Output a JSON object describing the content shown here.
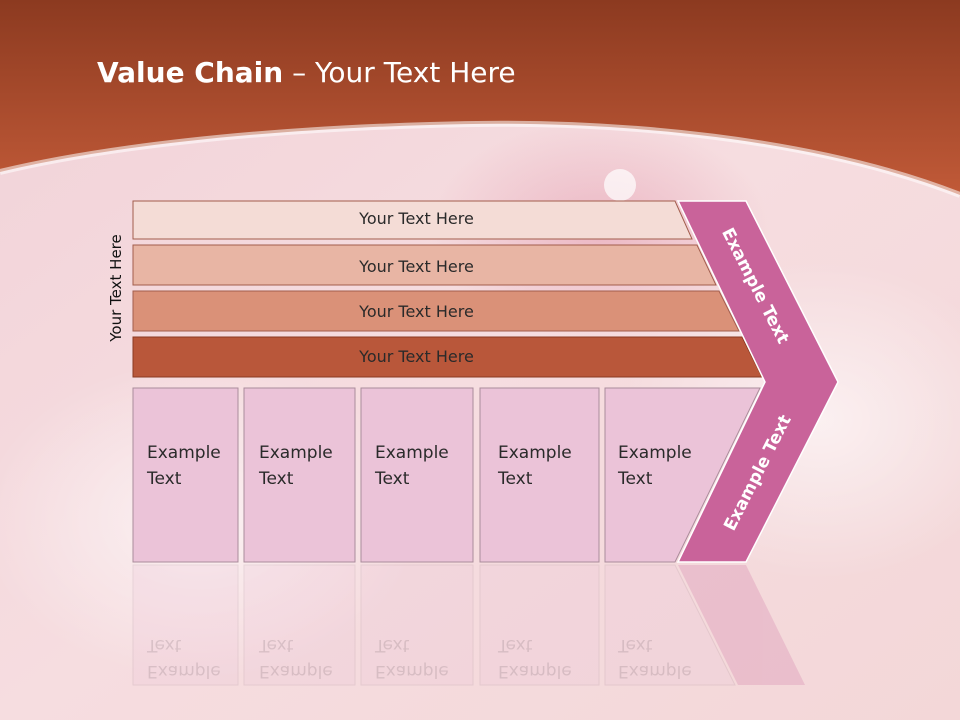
{
  "slide": {
    "title_bold": "Value Chain",
    "title_rest": " – Your Text Here",
    "side_label": "Your Text Here"
  },
  "rows": [
    {
      "label": "Your Text Here",
      "color": "#f4dcd6"
    },
    {
      "label": "Your Text Here",
      "color": "#e8b5a4"
    },
    {
      "label": "Your Text Here",
      "color": "#da9178"
    },
    {
      "label": "Your Text Here",
      "color": "#b9573a"
    }
  ],
  "cells": [
    {
      "line1": "Example",
      "line2": "Text"
    },
    {
      "line1": "Example",
      "line2": "Text"
    },
    {
      "line1": "Example",
      "line2": "Text"
    },
    {
      "line1": "Example",
      "line2": "Text"
    },
    {
      "line1": "Example",
      "line2": "Text"
    }
  ],
  "chevron": {
    "top_label": "Example Text",
    "bottom_label": "Example Text",
    "color": "#c9639a"
  },
  "colors": {
    "header": "#b34f30",
    "cell_fill": "#ebc3d8"
  }
}
